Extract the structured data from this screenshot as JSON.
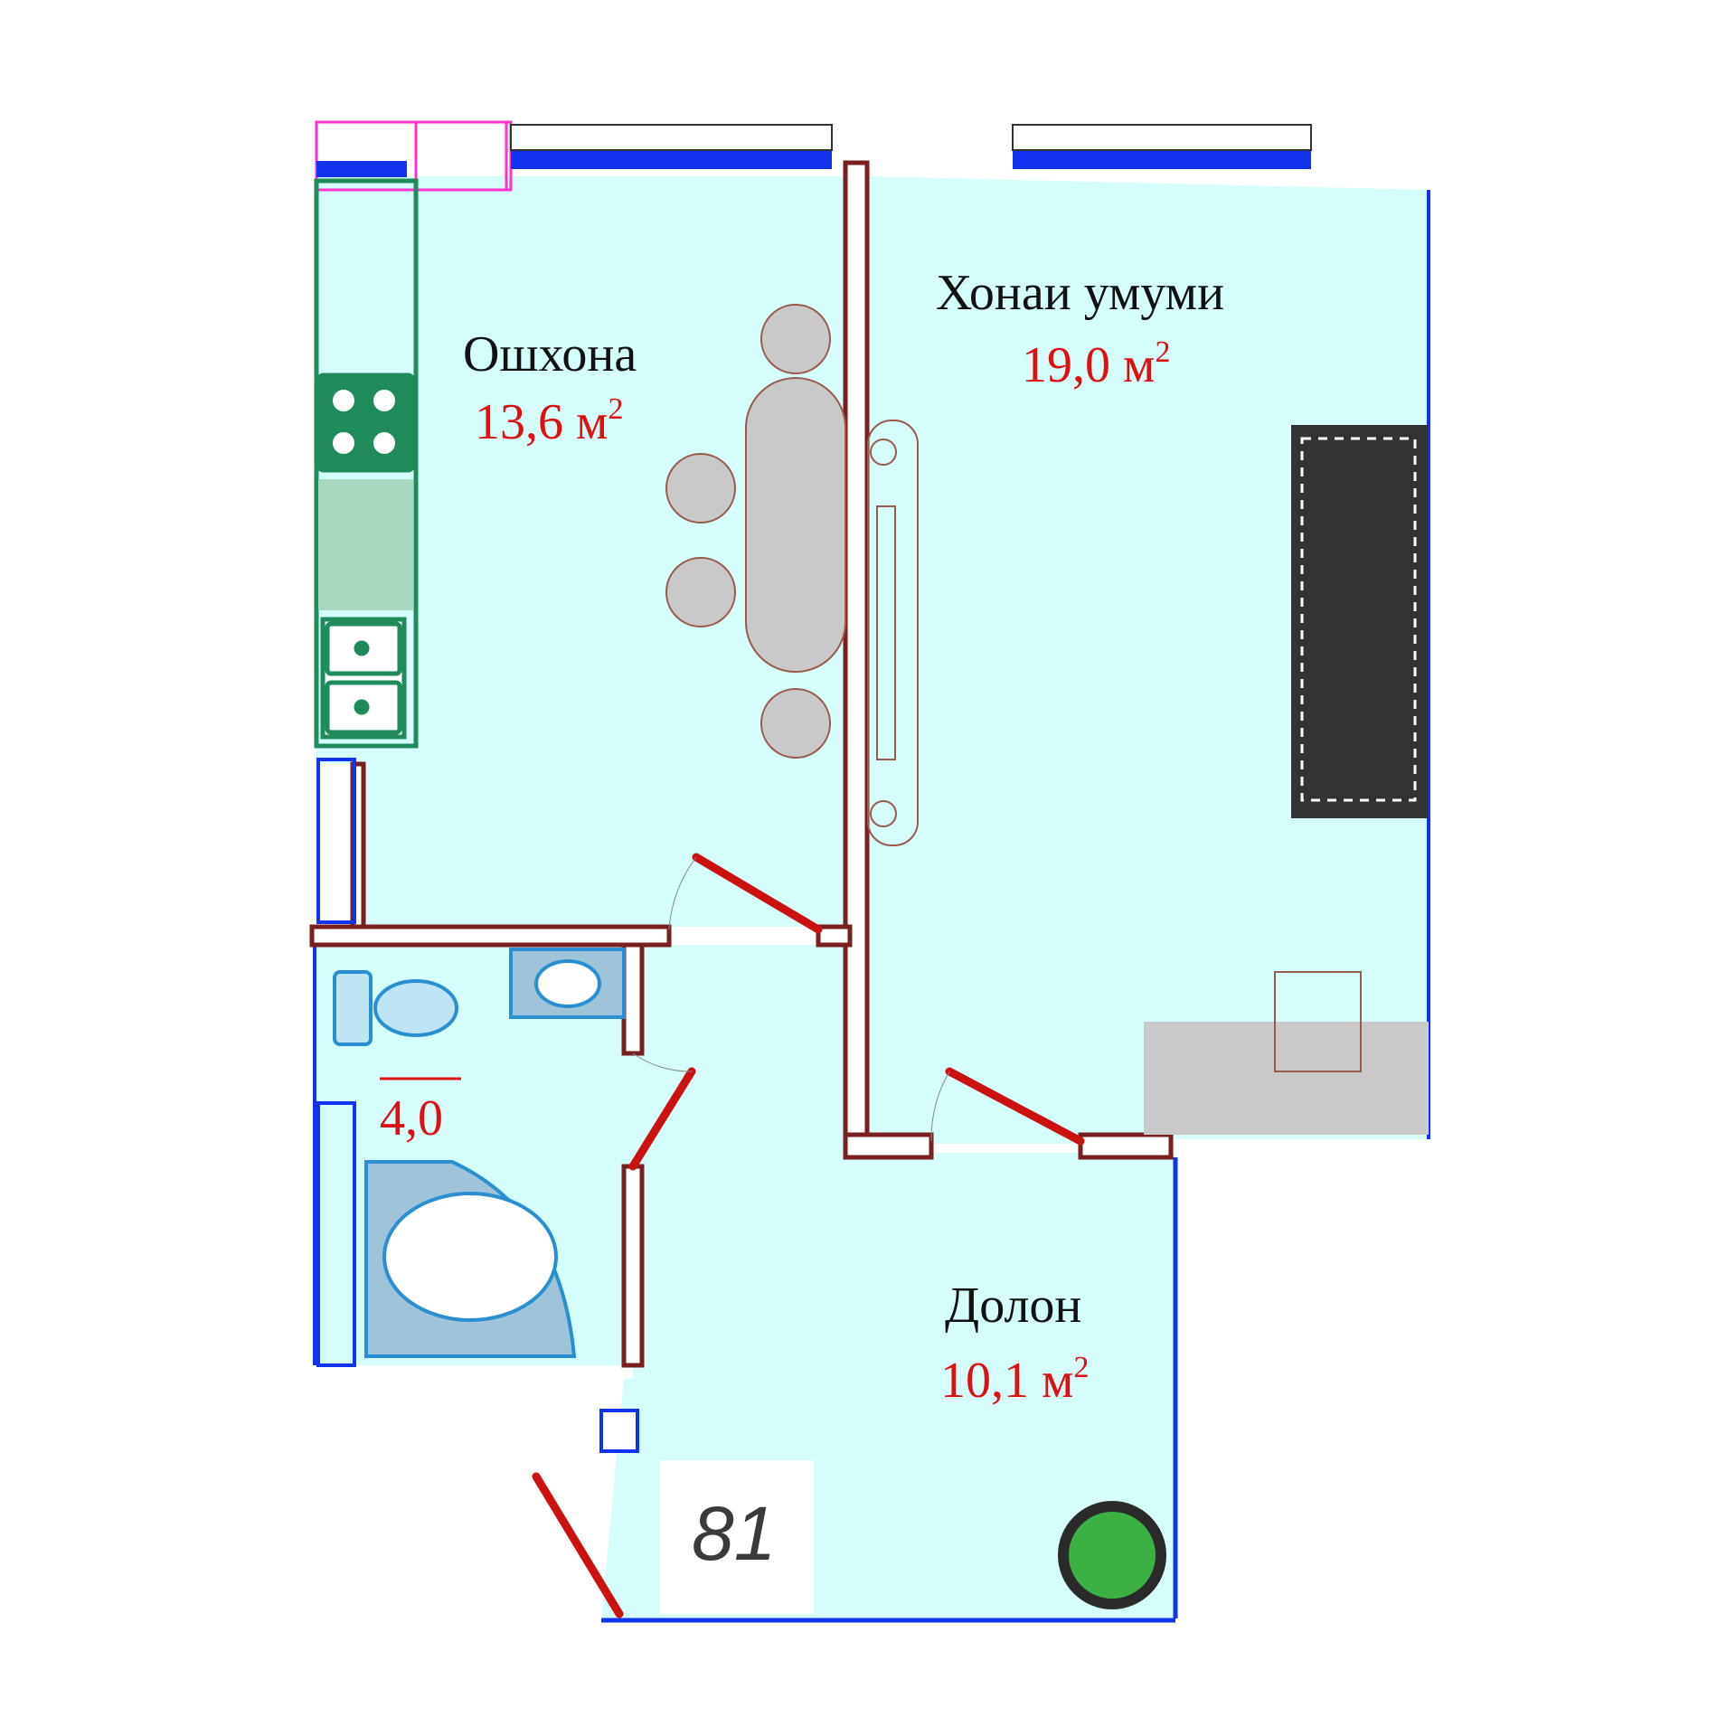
{
  "apartment": {
    "number": "81"
  },
  "rooms": {
    "kitchen": {
      "name": "Ошхона",
      "area": "13,6 м",
      "sup": "2"
    },
    "living": {
      "name": "Хонаи умуми",
      "area": "19,0 м",
      "sup": "2"
    },
    "hall": {
      "name": "Долон",
      "area": "10,1 м",
      "sup": "2"
    },
    "bathroom": {
      "area": "4,0"
    }
  },
  "colors": {
    "floor": "#d4fdfc",
    "wall": "#7a1f1f",
    "door": "#cc1111",
    "area_text": "#dd1111",
    "plumbing": "#2a8fd0",
    "kitchen_units": "#1f8a5a",
    "windows": "#1133ee",
    "window_frame": "#ff33cc",
    "furniture": "#bdbdbd"
  },
  "icons": [
    "stove-icon",
    "sink-icon",
    "toilet-icon",
    "washbasin-icon",
    "bathtub-icon",
    "sofa-icon",
    "armchair-icon",
    "plant-icon",
    "dining-table-icon",
    "chair-icon",
    "tv-stand-icon"
  ]
}
